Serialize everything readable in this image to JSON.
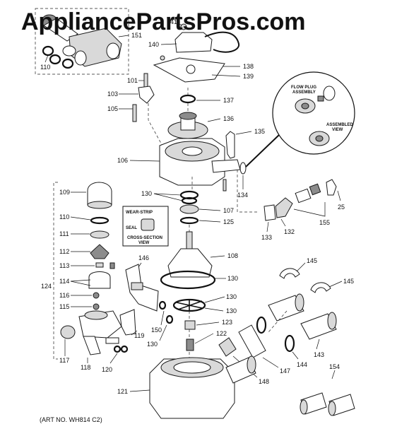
{
  "watermark": "AppliancePartsPros.com",
  "art_number": "(ART NO. WH814 C2)",
  "callouts": {
    "flow_plug": [
      "FLOW PLUG",
      "ASSEMBLY"
    ],
    "assembled": [
      "ASSEMBLED",
      "VIEW"
    ],
    "wear_strip": "WEAR-STRIP",
    "seal": "SEAL",
    "cross_section": [
      "CROSS-SECTION",
      "VIEW"
    ]
  },
  "part_numbers": {
    "p141": "141",
    "p151": "151",
    "p140": "140",
    "p110_top": "110",
    "p138": "138",
    "p139": "139",
    "p101": "101",
    "p103": "103",
    "p137": "137",
    "p105": "105",
    "p136": "136",
    "p135": "135",
    "p106": "106",
    "p134": "134",
    "p130_a": "130",
    "p109": "109",
    "p107": "107",
    "p25": "25",
    "p110_mid": "110",
    "p125": "125",
    "p155": "155",
    "p111": "111",
    "p132": "132",
    "p133": "133",
    "p108": "108",
    "p112": "112",
    "p146": "146",
    "p113": "113",
    "p130_b": "130",
    "p114": "114",
    "p145_a": "145",
    "p145_b": "145",
    "p124": "124",
    "p116": "116",
    "p130_c": "130",
    "p115": "115",
    "p130_d": "130",
    "p150": "150",
    "p123": "123",
    "p119": "119",
    "p130_e": "130",
    "p122": "122",
    "p117": "117",
    "p118": "118",
    "p120": "120",
    "p143": "143",
    "p144": "144",
    "p147": "147",
    "p148": "148",
    "p154": "154",
    "p121": "121"
  }
}
